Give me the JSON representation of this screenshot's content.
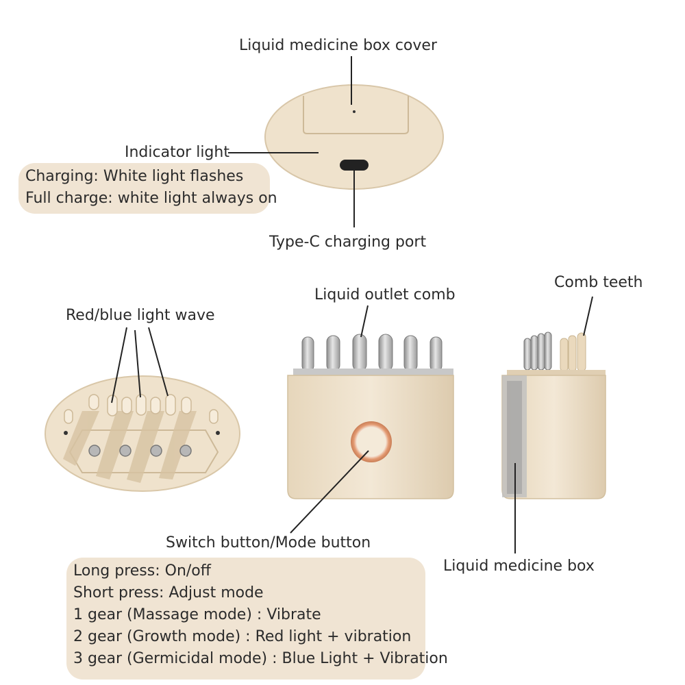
{
  "labels": {
    "cover": "Liquid medicine box cover",
    "indicator": "Indicator light",
    "typec": "Type-C charging port",
    "redblue": "Red/blue light wave",
    "outlet_comb": "Liquid outlet comb",
    "comb_teeth": "Comb teeth",
    "switch": "Switch button/Mode button",
    "medicine_box": "Liquid medicine box"
  },
  "charging_info": [
    "Charging: White light flashes",
    "Full charge: white light always on"
  ],
  "button_info": [
    "Long press: On/off",
    "Short press: Adjust mode",
    "1 gear (Massage mode) : Vibrate",
    "2 gear (Growth mode) : Red light + vibration",
    "3 gear (Germicidal mode) : Blue Light + Vibration"
  ],
  "colors": {
    "body": "#efe2cc",
    "body_shadow": "#d9c7a8",
    "panel": "#f0e4d3",
    "metal": "#b9b9b9",
    "ring": "#e2a07a",
    "line": "#222222"
  }
}
